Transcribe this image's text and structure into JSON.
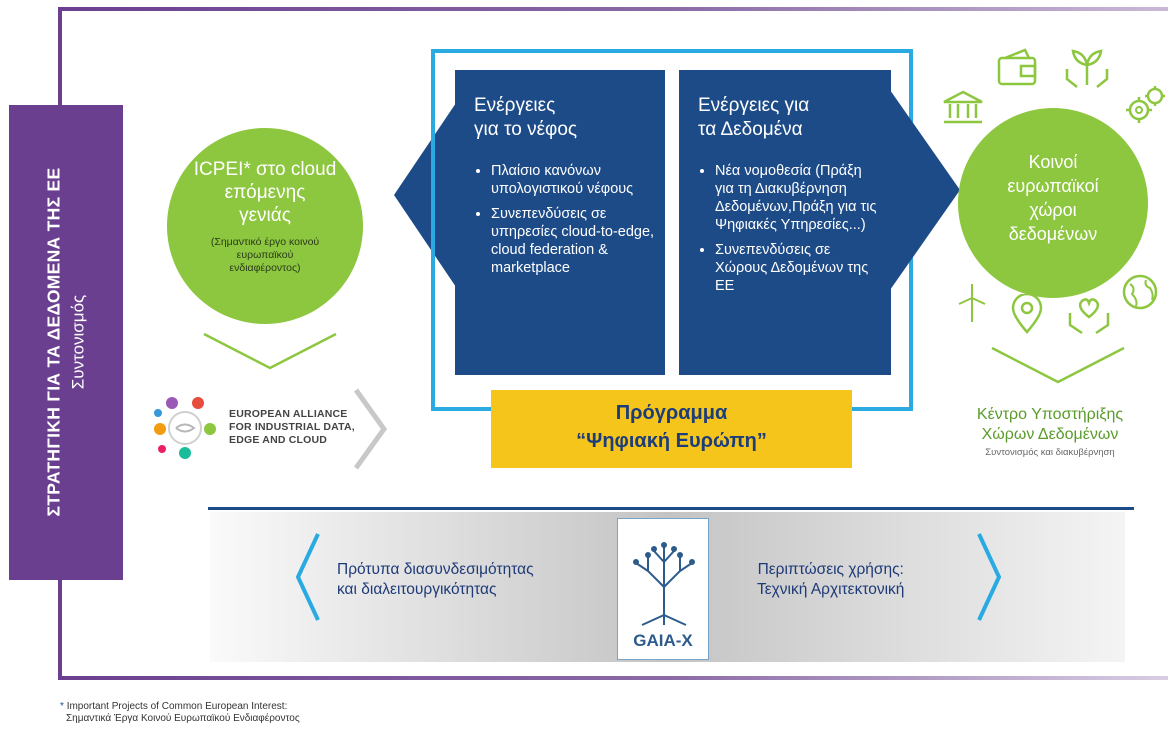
{
  "side": {
    "title": "ΣΤΡΑΤΗΓΙΚΗ ΓΙΑ ΤΑ ΔΕΔΟΜΕΝΑ ΤΗΣ ΕΕ",
    "subtitle": "Συντονισμός"
  },
  "left_circle": {
    "title_line1": "ICPEI* στο cloud",
    "title_line2": "επόμενης",
    "title_line3": "γενιάς",
    "sub_line1": "(Σημαντικό έργο κοινού",
    "sub_line2": "ευρωπαϊκού",
    "sub_line3": "ενδιαφέροντος)"
  },
  "alliance": {
    "line1": "EUROPEAN ALLIANCE",
    "line2": "FOR INDUSTRIAL DATA,",
    "line3": "EDGE AND CLOUD"
  },
  "cloud_panel": {
    "title_line1": "Ενέργειες",
    "title_line2": "για το νέφος",
    "items": [
      "Πλαίσιο κανόνων υπολογιστικού νέφους",
      "Συνεπενδύσεις σε υπηρεσίες cloud-to-edge, cloud federation & marketplace"
    ]
  },
  "data_panel": {
    "title_line1": "Ενέργειες για",
    "title_line2": "τα Δεδομένα",
    "items": [
      "Νέα νομοθεσία (Πράξη για τη Διακυβέρνηση Δεδομένων,Πράξη για τις Ψηφιακές Υπηρεσίες...)",
      "Συνεπενδύσεις σε Χώρους Δεδομένων της ΕΕ"
    ]
  },
  "program": {
    "line1": "Πρόγραμμα",
    "line2": "“Ψηφιακή Ευρώπη”"
  },
  "right_circle": {
    "line1": "Κοινοί",
    "line2": "ευρωπαϊκοί",
    "line3": "χώροι",
    "line4": "δεδομένων"
  },
  "support_center": {
    "line1": "Κέντρο Υποστήριξης",
    "line2": "Χώρων Δεδομένων",
    "line3": "Συντονισμός και διακυβέρνηση"
  },
  "bottom": {
    "left_line1": "Πρότυπα διασυνδεσιμότητας",
    "left_line2": "και διαλειτουργικότητας",
    "right_line1": "Περιπτώσεις χρήσης:",
    "right_line2": "Τεχνική Αρχιτεκτονική",
    "logo_text": "GAIA-X"
  },
  "footnote": {
    "star": "*",
    "line1": "Important Projects of Common European Interest:",
    "line2": "Σημαντικά Έργα Κοινού Ευρωπαϊκού Ενδιαφέροντος"
  },
  "colors": {
    "purple": "#6b3f8f",
    "green": "#8dc63f",
    "navy": "#1d4b88",
    "sky": "#29abe2",
    "yellow": "#f5c51b"
  },
  "icons": [
    "wallet-icon",
    "plant-hands-icon",
    "bank-icon",
    "gears-icon",
    "wind-turbine-icon",
    "location-pin-icon",
    "heart-hands-icon",
    "globe-icon",
    "alliance-logo-icon",
    "gaia-tree-icon"
  ]
}
